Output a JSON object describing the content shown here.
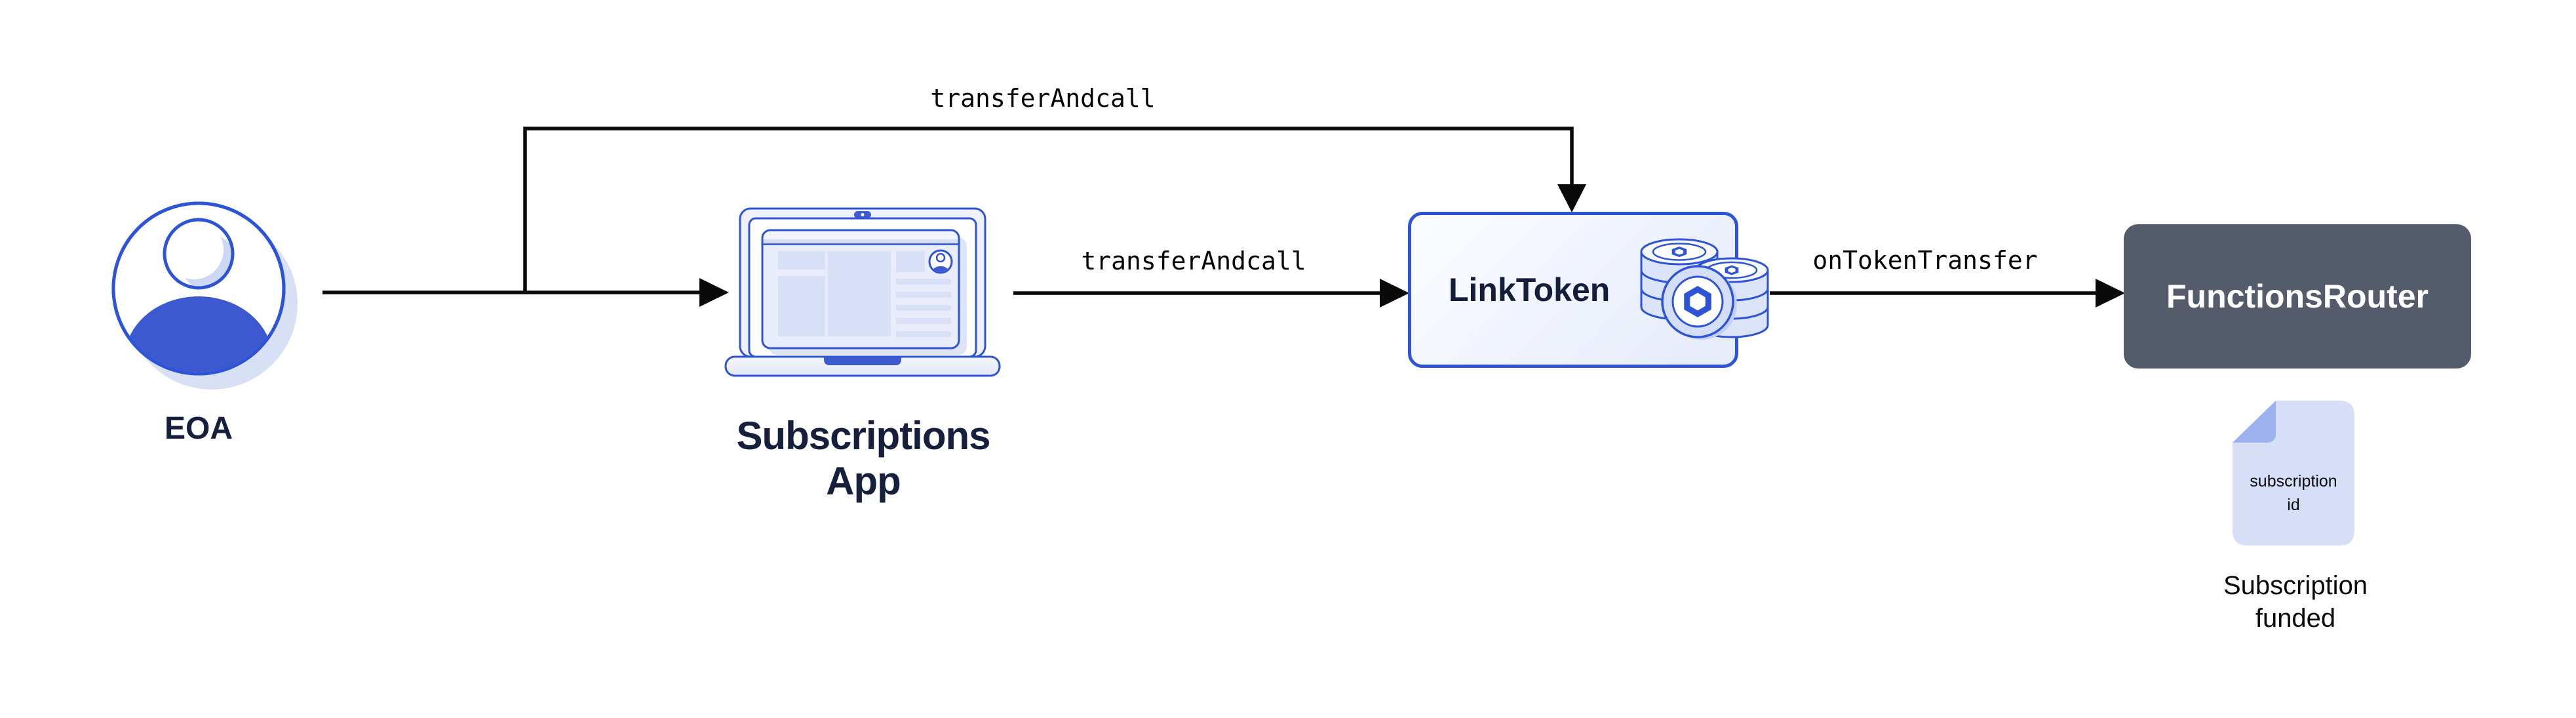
{
  "diagram": {
    "nodes": {
      "eoa": {
        "label": "EOA",
        "icon": "person-avatar-icon"
      },
      "subscriptions_app": {
        "label": "Subscriptions App",
        "icon": "laptop-icon"
      },
      "link_token": {
        "label": "LinkToken",
        "icon": "link-coin-stack-icon"
      },
      "functions_router": {
        "label": "FunctionsRouter"
      }
    },
    "edges": {
      "eoa_to_link_token_top": {
        "label": "transferAndcall"
      },
      "app_to_link_token": {
        "label": "transferAndcall"
      },
      "link_token_to_router": {
        "label": "onTokenTransfer"
      }
    },
    "artifacts": {
      "subscription_file": {
        "icon": "document-icon",
        "line1": "subscription",
        "line2": "id"
      },
      "caption": {
        "line1": "Subscription",
        "line2": "funded"
      }
    },
    "colors": {
      "accent_blue": "#2d54d7",
      "solid_blue_fill": "#3c59cf",
      "navy_text": "#16203c",
      "slate_box": "#545b6a",
      "arrow_black": "#0a0a0a",
      "light_lavender": "#d7e0f7",
      "file_body": "#d7dff8",
      "file_fold": "#9db1ee"
    }
  }
}
